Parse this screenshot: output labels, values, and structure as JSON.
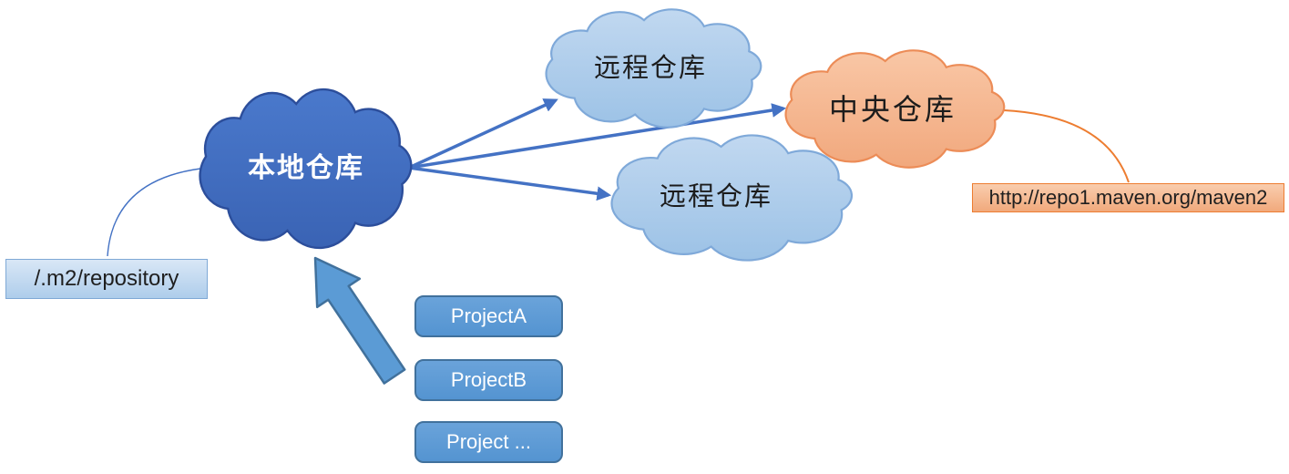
{
  "diagram": {
    "clouds": {
      "local": {
        "label": "本地仓库"
      },
      "remote_top": {
        "label": "远程仓库"
      },
      "remote_bottom": {
        "label": "远程仓库"
      },
      "central": {
        "label": "中央仓库"
      }
    },
    "callouts": {
      "local_path": "/.m2/repository",
      "central_url": "http://repo1.maven.org/maven2"
    },
    "projects": [
      {
        "label": "ProjectA"
      },
      {
        "label": "ProjectB"
      },
      {
        "label": "Project ..."
      }
    ],
    "colors": {
      "local_cloud_fill_top": "#4a79cc",
      "local_cloud_fill_bottom": "#3a63b4",
      "local_cloud_border": "#2c4e9b",
      "remote_cloud_fill_top": "#bfd7f0",
      "remote_cloud_fill_bottom": "#9cc2e6",
      "remote_cloud_border": "#7fa9d9",
      "central_cloud_fill_top": "#f9c7a6",
      "central_cloud_fill_bottom": "#f1a87d",
      "central_cloud_border": "#ec8c57",
      "connector_blue": "#4472c4",
      "connector_orange": "#ed7d31",
      "project_box_fill": "#5b9bd5",
      "project_box_border": "#41719c"
    }
  }
}
